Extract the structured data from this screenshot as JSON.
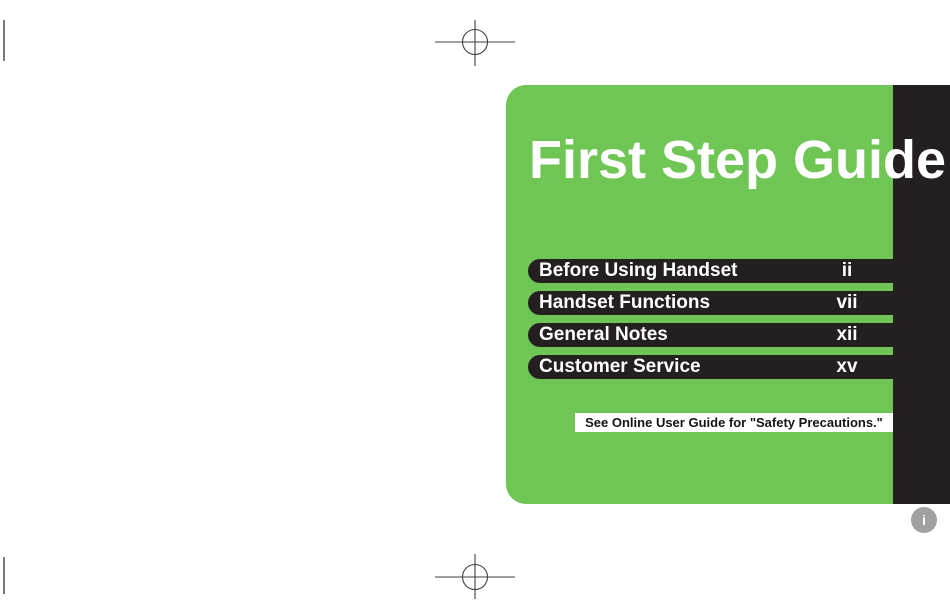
{
  "cover": {
    "title": "First Step Guide",
    "toc": [
      {
        "label": "Before Using Handset",
        "page": "ii"
      },
      {
        "label": "Handset Functions",
        "page": "vii"
      },
      {
        "label": "General Notes",
        "page": "xii"
      },
      {
        "label": "Customer Service",
        "page": "xv"
      }
    ],
    "notice": "See Online User Guide for \"Safety Precautions.\"",
    "page_number": "i"
  },
  "colors": {
    "green": "#70c655",
    "ink": "#241f20",
    "badge_gray": "#a0a0a0"
  }
}
